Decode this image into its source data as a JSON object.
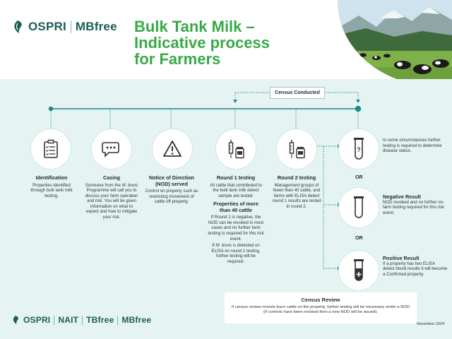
{
  "header": {
    "logo_brand": "OSPRI",
    "logo_program": "MBfree",
    "title_lines": [
      "Bulk Tank Milk –",
      "Indicative process",
      "for Farmers"
    ]
  },
  "timeline": {
    "census_label": "Census Conducted"
  },
  "steps": [
    {
      "title": "Identification",
      "text": "Properties identified through bulk tank milk testing.",
      "icon": "clipboard-icon"
    },
    {
      "title": "Casing",
      "text_before": "Someone from the ",
      "text_italic": "M. bovis",
      "text_after": " Programme will call you to discuss your farm operation and risk. You will be given information on what to expect and how to mitigate your risk.",
      "icon": "speech-bubble-icon"
    },
    {
      "title": "Notice of Direction (NOD) served",
      "text": "Control on property such as restricting movement of cattle off property.",
      "icon": "warning-icon"
    },
    {
      "title": "Round 1 testing",
      "text": "All cattle that contributed to the bulk tank milk detect sample are tested.",
      "sub_title": "Properties of more than 40 cattle",
      "sub_text_1": "If Round 1 is negative, the NOD can be revoked in most cases and no further farm testing is required for this risk event.",
      "sub_text_2_before": "If ",
      "sub_text_2_italic": "M. bovis",
      "sub_text_2_after": " is detected on ELISA on round 1 testing, further testing will be required.",
      "icon": "syringe-vial-icon"
    },
    {
      "title": "Round 2 testing",
      "text": "Management groups of fewer than 40 cattle, and farms with ELISA detect round 1 results are tested in round 2.",
      "icon": "syringe-vial-icon"
    }
  ],
  "outcomes": [
    {
      "title": "",
      "text": "In some circumstances further testing is required to determine disease status.",
      "icon": "test-tube-question-icon"
    },
    {
      "title": "Negative Result",
      "text": "NOD revoked and no further on-farm testing required for this risk event.",
      "icon": "test-tube-empty-icon"
    },
    {
      "title": "Positive Result",
      "text": "If a property has two ELISA detect blood results it will become a Confirmed property.",
      "icon": "test-tube-plus-icon"
    }
  ],
  "or_label": "OR",
  "census_review": {
    "title": "Census Review",
    "text": "If census review reveals trace cattle on the property, further testing will be necessary under a NOD (if controls have been revoked then a new NOD will be issued)."
  },
  "footer": {
    "logos": [
      "OSPRI",
      "NAIT",
      "TBfree",
      "MBfree"
    ],
    "date": "November 2024"
  },
  "colors": {
    "brand_green": "#39a947",
    "brand_teal": "#1b5d57",
    "line_teal": "#1f8c84",
    "background": "#e5f3f3"
  }
}
